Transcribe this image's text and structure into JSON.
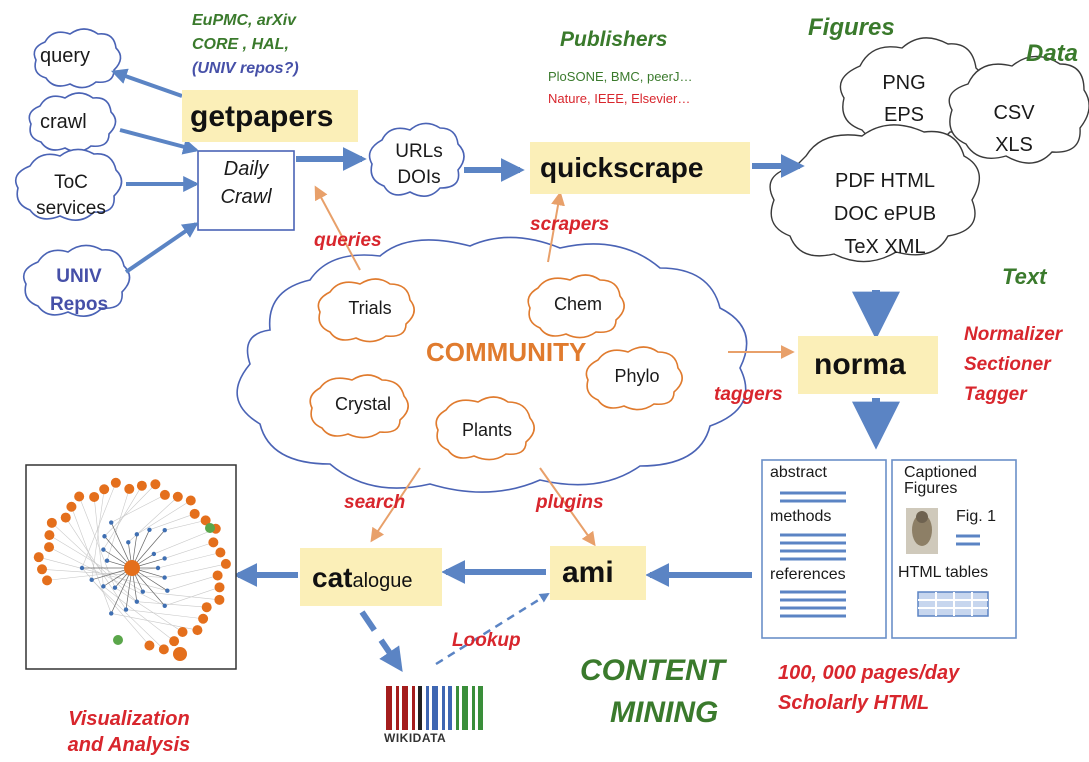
{
  "sources": {
    "query": "query",
    "crawl": "crawl",
    "toc_line1": "ToC",
    "toc_line2": "services",
    "univ_line1": "UNIV",
    "univ_line2": "Repos"
  },
  "repos_note": {
    "line1": "EuPMC, arXiv",
    "line2": "CORE , HAL,",
    "line3": "(UNIV repos?)"
  },
  "getpapers": "getpapers",
  "daily_crawl": {
    "line1": "Daily",
    "line2": "Crawl"
  },
  "urls_dois": {
    "line1": "URLs",
    "line2": "DOIs"
  },
  "publishers": {
    "title": "Publishers",
    "line1": "PloSONE, BMC, peerJ…",
    "line2": "Nature, IEEE, Elsevier…"
  },
  "quickscrape": "quickscrape",
  "figures": {
    "title": "Figures",
    "line1": "PNG",
    "line2": "EPS"
  },
  "data_cloud": {
    "title": "Data",
    "line1": "CSV",
    "line2": "XLS"
  },
  "formats": {
    "line1": "PDF HTML",
    "line2": "DOC ePUB",
    "line3": "TeX XML"
  },
  "text_label": "Text",
  "community": {
    "title": "COMMUNITY",
    "trials": "Trials",
    "chem": "Chem",
    "phylo": "Phylo",
    "crystal": "Crystal",
    "plants": "Plants"
  },
  "edge_labels": {
    "queries": "queries",
    "scrapers": "scrapers",
    "taggers": "taggers",
    "search": "search",
    "plugins": "plugins",
    "lookup": "Lookup"
  },
  "norma": "norma",
  "norma_roles": {
    "line1": "Normalizer",
    "line2": "Sectioner",
    "line3": "Tagger"
  },
  "scholarly_doc": {
    "abstract": "abstract",
    "methods": "methods",
    "references": "references",
    "captioned_line1": "Captioned",
    "captioned_line2": "Figures",
    "fig1": "Fig. 1",
    "html_tables": "HTML tables"
  },
  "ami": "ami",
  "catalogue": {
    "bold": "cat",
    "rest": "alogue"
  },
  "wikidata": "WIKIDATA",
  "content_mining": {
    "line1": "CONTENT",
    "line2": "MINING"
  },
  "throughput": {
    "line1": "100, 000 pages/day",
    "line2": "Scholarly HTML"
  },
  "visualization": {
    "line1": "Visualization",
    "line2": "and Analysis"
  },
  "colors": {
    "blue_arrow": "#5b84c4",
    "orange": "#e07b2e",
    "green_text": "#3a7a2c",
    "red_text": "#d8262d",
    "yellow_box": "#fbefb8",
    "network_orange": "#e46f1c",
    "network_blue": "#3f6fb2",
    "network_green": "#5aa64a"
  }
}
